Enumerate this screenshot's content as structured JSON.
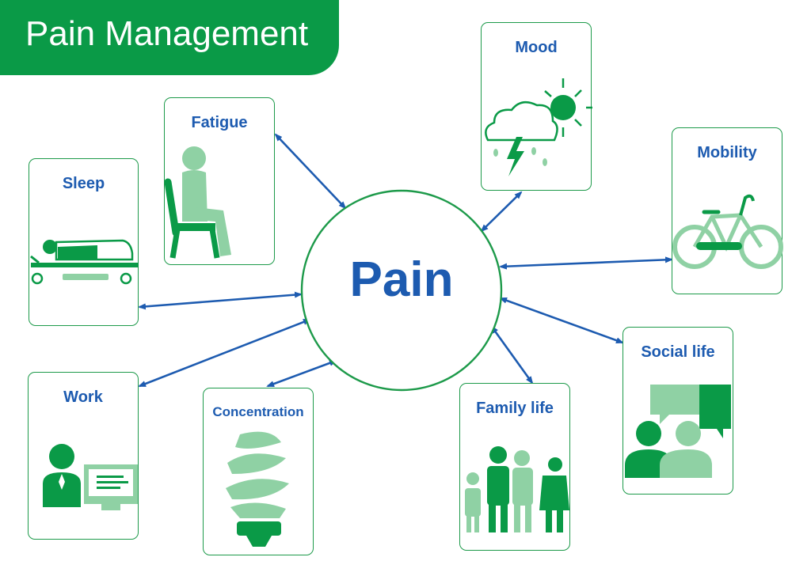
{
  "header": {
    "title": "Pain Management"
  },
  "center": {
    "label": "Pain"
  },
  "cards": {
    "sleep": "Sleep",
    "fatigue": "Fatigue",
    "mood": "Mood",
    "mobility": "Mobility",
    "work": "Work",
    "concentration": "Concentration",
    "family_life": "Family life",
    "social_life": "Social life"
  },
  "icons": {
    "sleep": "person-in-bed-icon",
    "fatigue": "person-in-chair-icon",
    "mood": "storm-and-sun-icon",
    "mobility": "bicycle-icon",
    "work": "person-at-computer-icon",
    "concentration": "light-bulb-icon",
    "family_life": "family-icon",
    "social_life": "conversation-icon"
  },
  "colors": {
    "banner": "#0a9a47",
    "dark_green": "#0a9a47",
    "light_green": "#8fd1a4",
    "text_blue": "#1d5bb0",
    "arrow_blue": "#1d5bb0"
  }
}
